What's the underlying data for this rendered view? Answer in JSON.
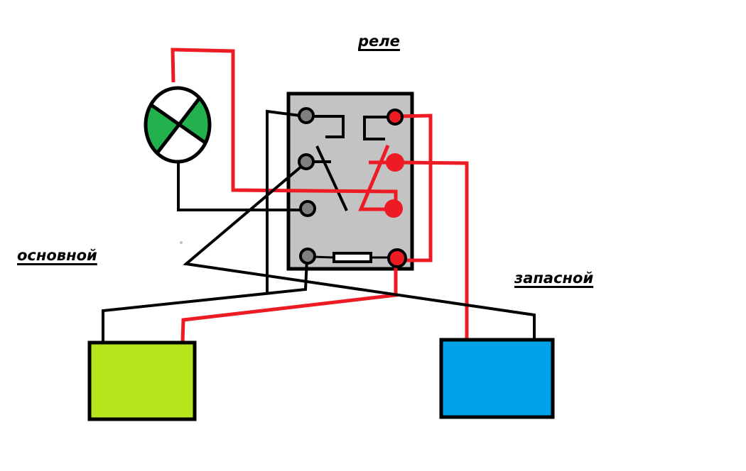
{
  "labels": {
    "relay": "реле",
    "primary": "основной",
    "backup": "запасной"
  },
  "colors": {
    "wire_positive": "#ed1c24",
    "wire_ground": "#000000",
    "relay_body": "#c3c3c3",
    "terminal": "#7f7f7f",
    "primary_battery": "#b5e61d",
    "backup_battery": "#00a2e8",
    "lamp_fill": "#22b14c"
  },
  "components": {
    "lamp": "indicator-lamp",
    "relay": "relay",
    "fuse": "fuse",
    "primary_source": "primary-battery",
    "backup_source": "backup-battery"
  }
}
